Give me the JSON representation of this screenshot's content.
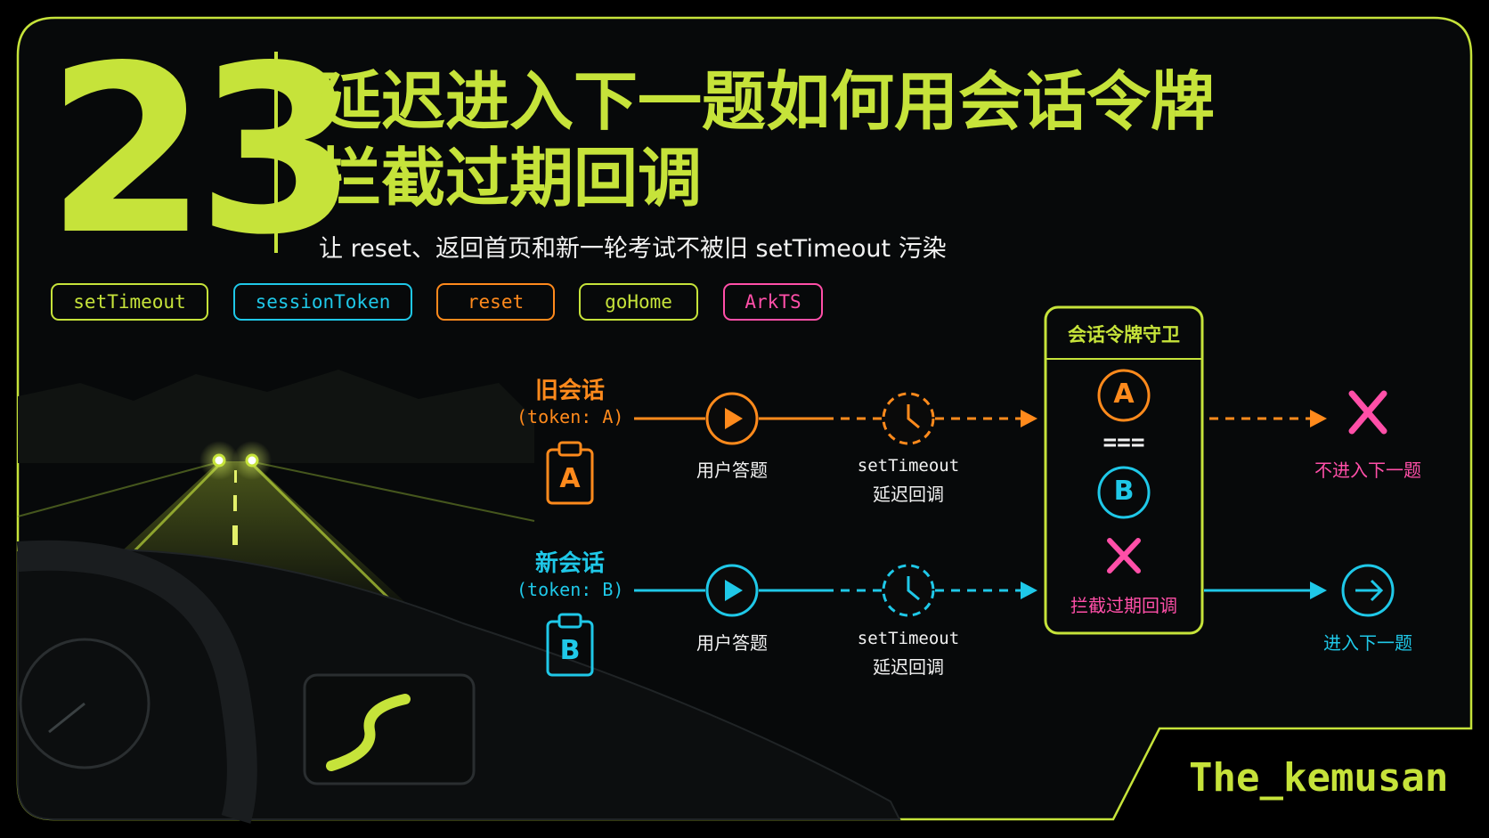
{
  "episode_number": "23",
  "title": {
    "line1": "延迟进入下一题如何用会话令牌",
    "line2": "拦截过期回调"
  },
  "subtitle": "让 reset、返回首页和新一轮考试不被旧 setTimeout 污染",
  "tags": [
    {
      "label": "setTimeout",
      "color": "#c6e33a"
    },
    {
      "label": "sessionToken",
      "color": "#1fc8e8"
    },
    {
      "label": "reset",
      "color": "#ff8a1c"
    },
    {
      "label": "goHome",
      "color": "#c6e33a"
    },
    {
      "label": "ArkTS",
      "color": "#ff4fa8"
    }
  ],
  "old_session": {
    "title": "旧会话",
    "token": "(token: A)",
    "badge": "A",
    "step_answer": "用户答题",
    "step_timer": "setTimeout",
    "step_timer_sub": "延迟回调",
    "result": "不进入下一题",
    "color": "#ff8a1c"
  },
  "new_session": {
    "title": "新会话",
    "token": "(token: B)",
    "badge": "B",
    "step_answer": "用户答题",
    "step_timer": "setTimeout",
    "step_timer_sub": "延迟回调",
    "result": "进入下一题",
    "color": "#1fc8e8"
  },
  "guard": {
    "title": "会话令牌守卫",
    "token_a": "A",
    "compare": "===",
    "token_b": "B",
    "block_text": "拦截过期回调"
  },
  "brand": "The_kemusan",
  "colors": {
    "accent": "#c6e33a",
    "orange": "#ff8a1c",
    "cyan": "#1fc8e8",
    "pink": "#ff4fa8"
  }
}
